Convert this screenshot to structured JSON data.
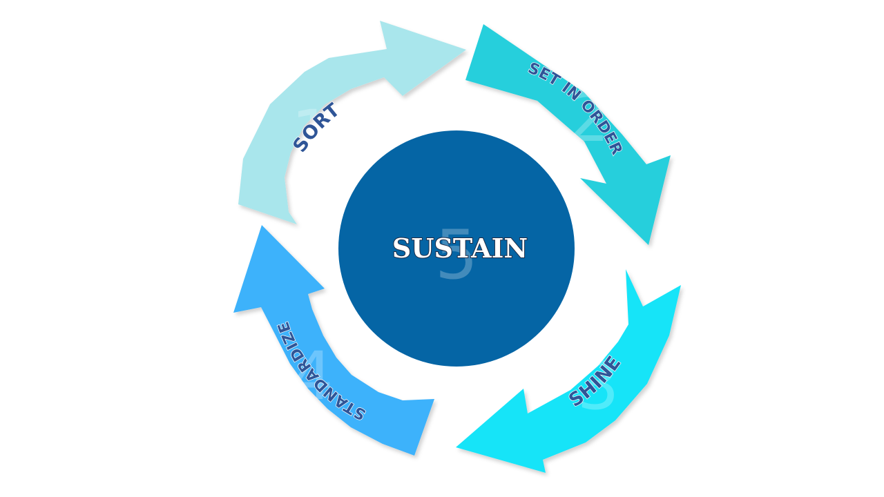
{
  "center": {
    "label": "SUSTAIN",
    "number": "5",
    "color": "#0565a5"
  },
  "steps": [
    {
      "label": "SORT",
      "number": "1",
      "color": "#a9e6ec"
    },
    {
      "label": "SET IN ORDER",
      "number": "2",
      "color": "#26cfdc"
    },
    {
      "label": "SHINE",
      "number": "3",
      "color": "#17e4f8"
    },
    {
      "label": "STANDARDIZE",
      "number": "4",
      "color": "#3eb2fb"
    }
  ]
}
